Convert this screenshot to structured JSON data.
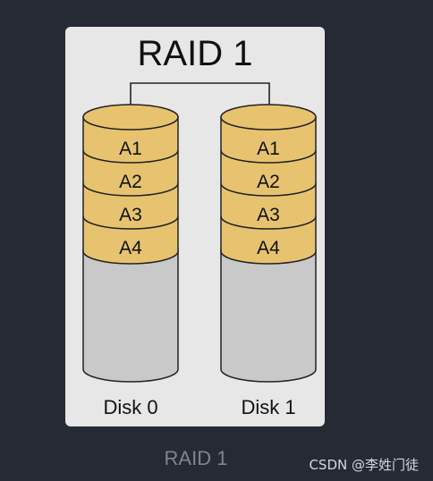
{
  "diagram": {
    "title": "RAID 1",
    "colors": {
      "background": "#252a35",
      "card": "#e7e7e7",
      "block_fill": "#e7c36f",
      "disk_body": "#c9c9c9",
      "outline": "#222222"
    },
    "disks": [
      {
        "label": "Disk 0",
        "blocks": [
          "A1",
          "A2",
          "A3",
          "A4"
        ]
      },
      {
        "label": "Disk 1",
        "blocks": [
          "A1",
          "A2",
          "A3",
          "A4"
        ]
      }
    ]
  },
  "caption": "RAID 1",
  "watermark": "CSDN @李姓门徒"
}
